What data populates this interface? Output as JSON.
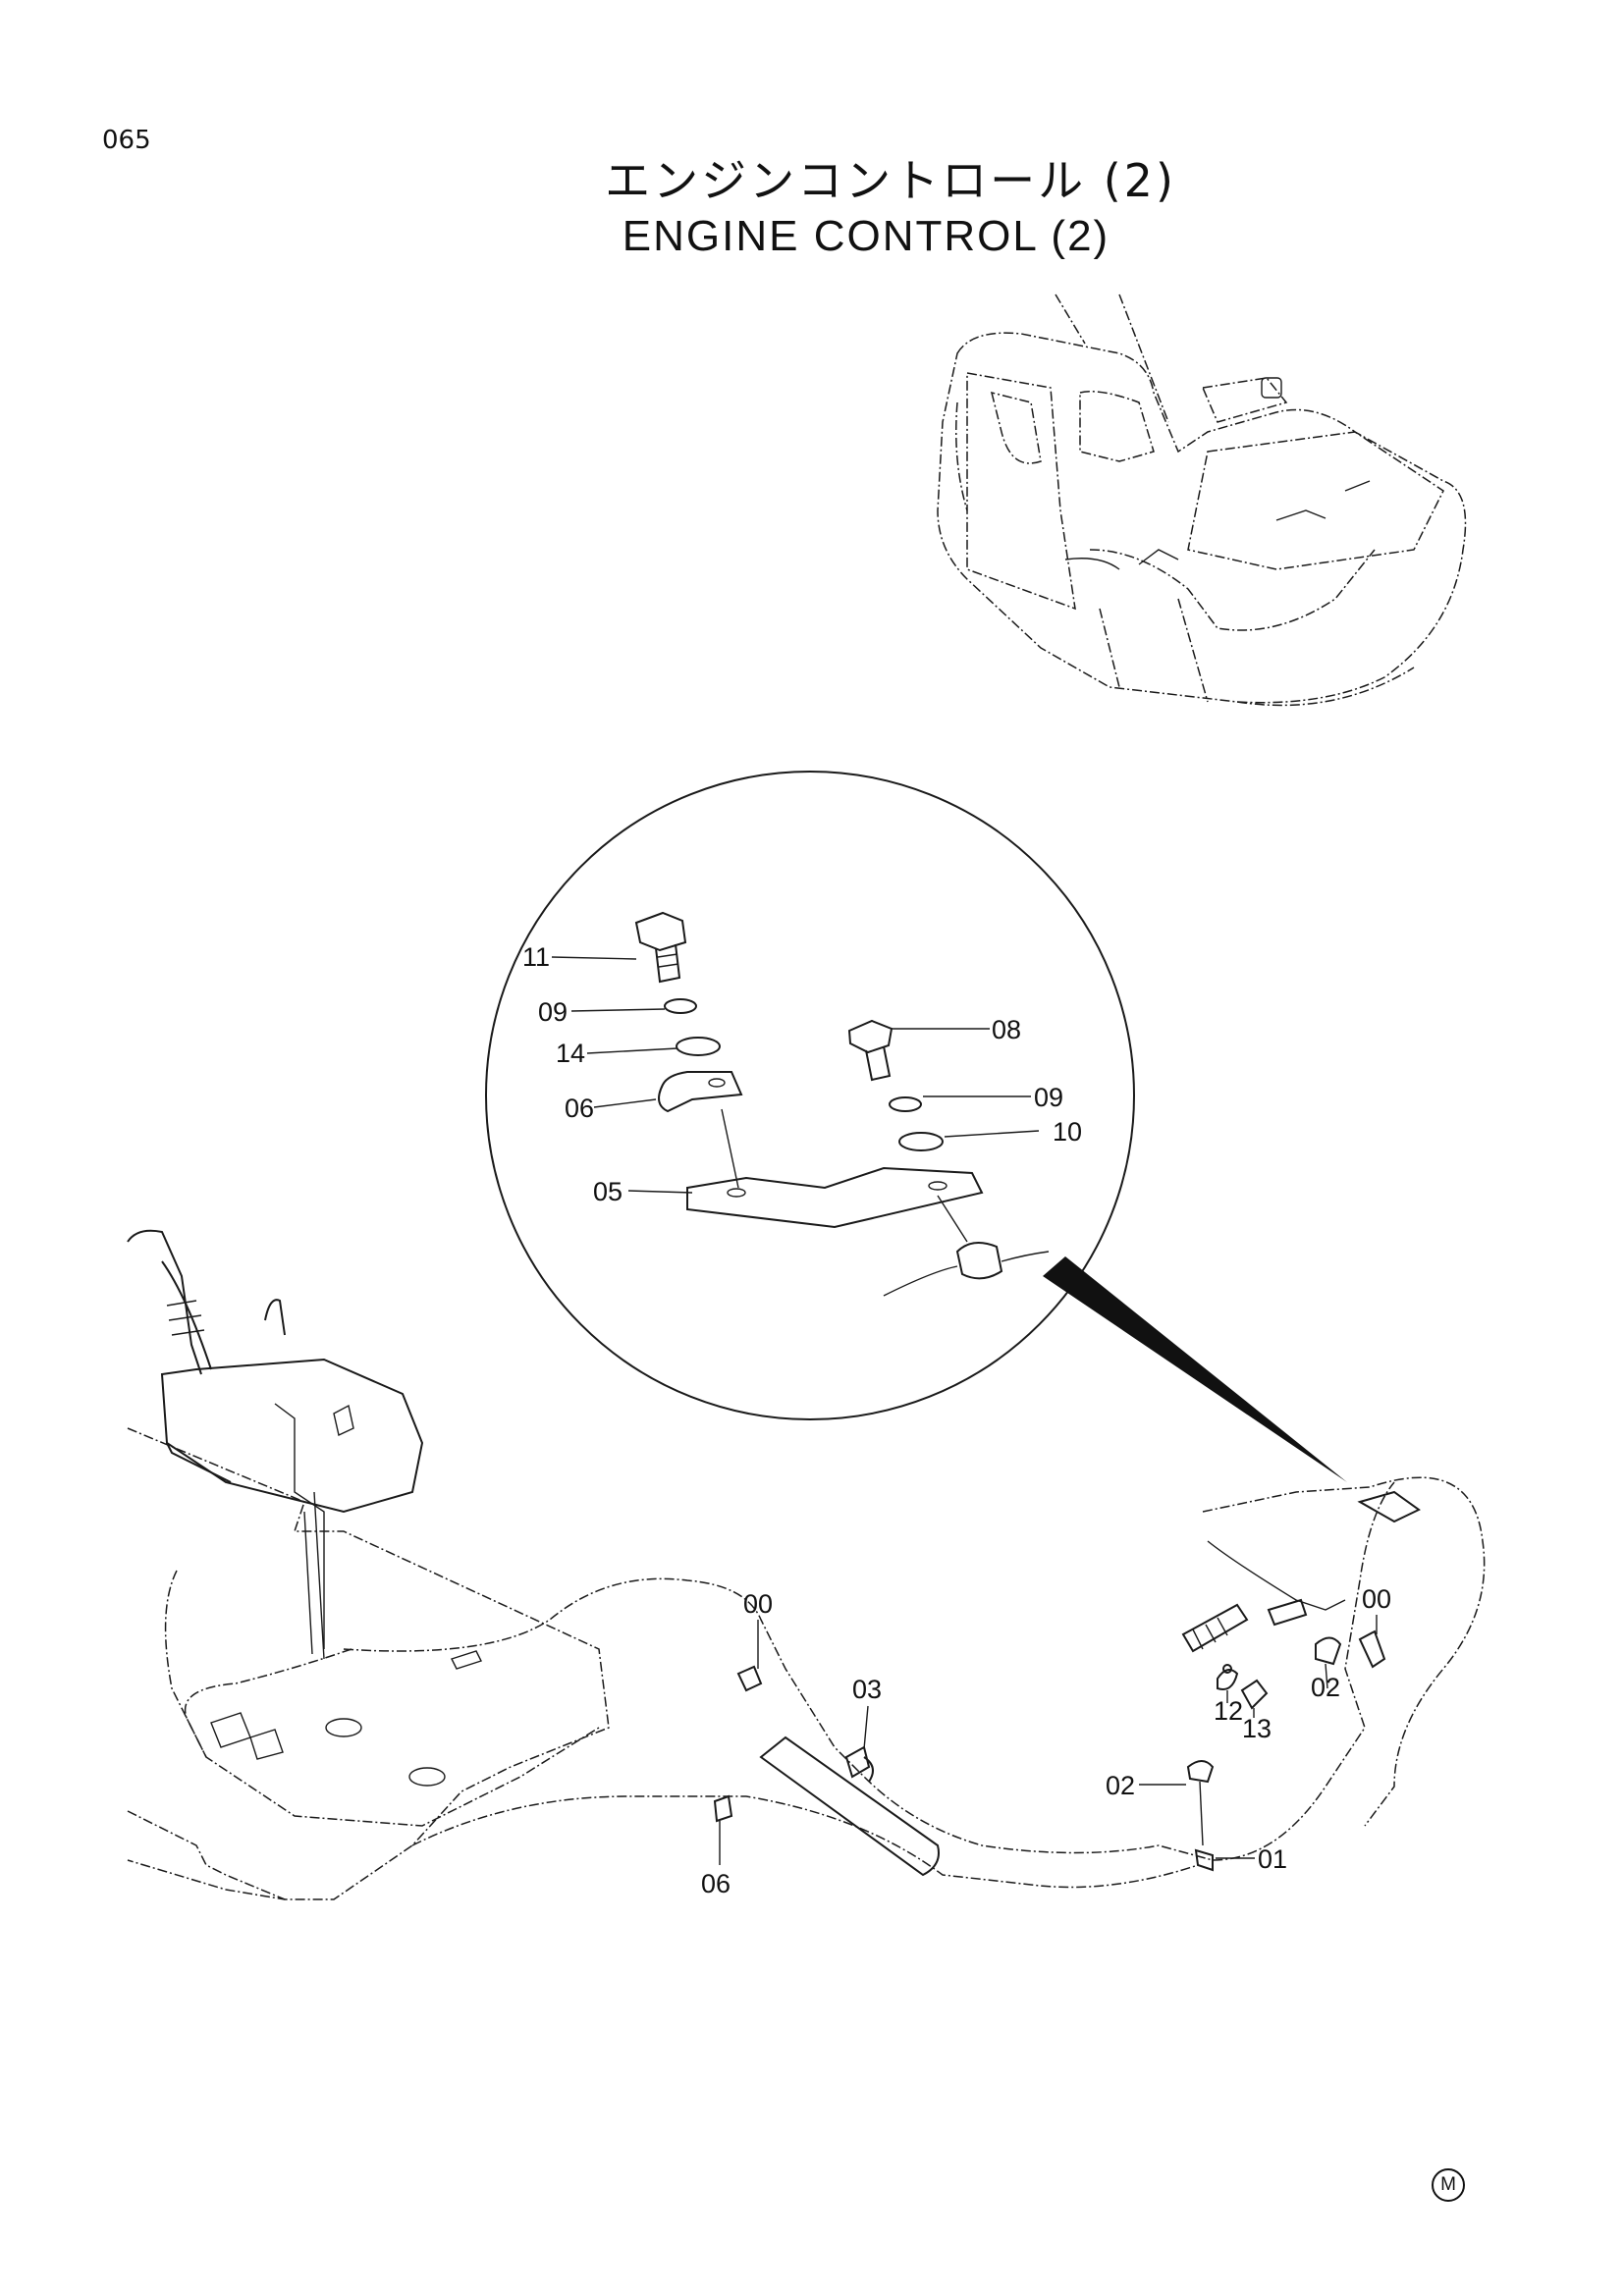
{
  "page": {
    "number": "065"
  },
  "title": {
    "japanese": "エンジンコントロール (2)",
    "english": "ENGINE CONTROL (2)"
  },
  "callouts": [
    {
      "id": "c-11",
      "label": "11"
    },
    {
      "id": "c-09a",
      "label": "09"
    },
    {
      "id": "c-14",
      "label": "14"
    },
    {
      "id": "c-06a",
      "label": "06"
    },
    {
      "id": "c-05",
      "label": "05"
    },
    {
      "id": "c-08",
      "label": "08"
    },
    {
      "id": "c-09b",
      "label": "09"
    },
    {
      "id": "c-10",
      "label": "10"
    },
    {
      "id": "c-00a",
      "label": "00"
    },
    {
      "id": "c-03",
      "label": "03"
    },
    {
      "id": "c-06b",
      "label": "06"
    },
    {
      "id": "c-00b",
      "label": "00"
    },
    {
      "id": "c-02a",
      "label": "02"
    },
    {
      "id": "c-12",
      "label": "12"
    },
    {
      "id": "c-13",
      "label": "13"
    },
    {
      "id": "c-02b",
      "label": "02"
    },
    {
      "id": "c-01",
      "label": "01"
    }
  ],
  "footer": {
    "mark": "M"
  }
}
